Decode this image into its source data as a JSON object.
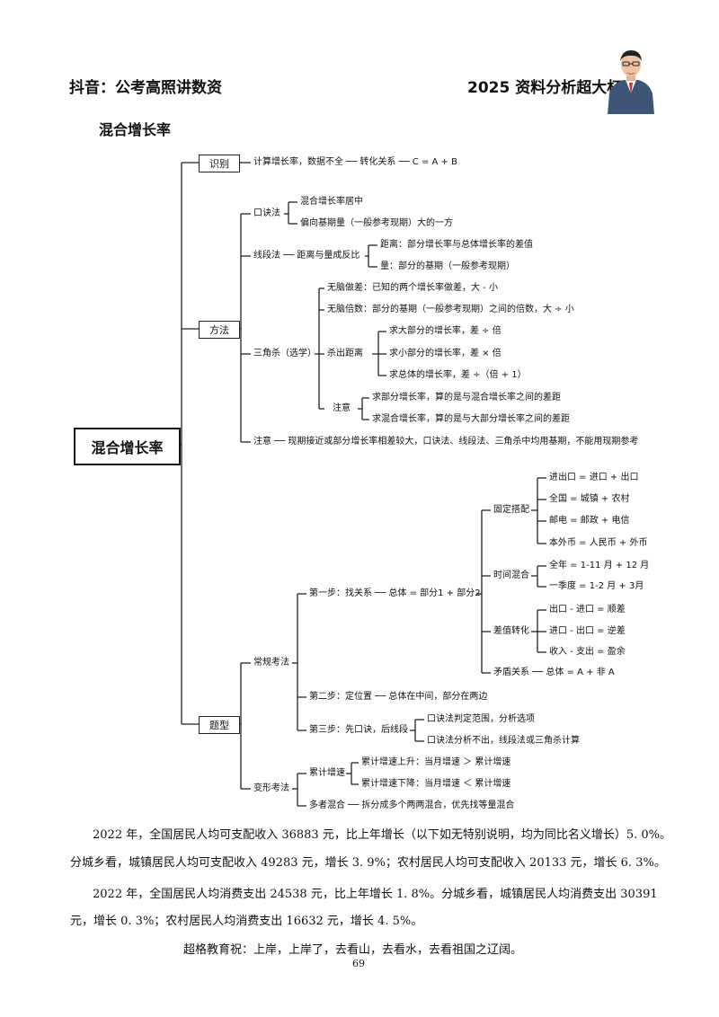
{
  "header": {
    "left": "抖音：公考高照讲数资",
    "right": "2025 资料分析超大杯"
  },
  "title": "混合增长率",
  "root": "混合增长率",
  "branches": {
    "identify": "识别",
    "method": "方法",
    "question": "题型"
  },
  "identify_text": "计算增长率，数据不全 ── 转化关系 ── C = A + B",
  "kou": {
    "label": "口诀法",
    "items": [
      "混合增长率居中",
      "偏向基期量（一般参考现期）大的一方"
    ]
  },
  "line_method": {
    "label": "线段法 ── 距离与量成反比",
    "items": [
      "距离：部分增长率与总体增长率的差值",
      "量：部分的基期（一般参考现期）"
    ]
  },
  "triangle": {
    "label": "三角杀（选学）",
    "item1": "无脑做差：已知的两个增长率做差，大 - 小",
    "item2": "无脑倍数：部分的基期（一般参考现期）之间的倍数，大 ÷ 小",
    "dist_label": "杀出距离",
    "dist_items": [
      "求大部分的增长率，差 ÷ 倍",
      "求小部分的增长率，差 × 倍",
      "求总体的增长率，差 ÷（倍 + 1）"
    ],
    "note_label": "注意",
    "note_items": [
      "求部分增长率，算的是与混合增长率之间的差距",
      "求混合增长率，算的是与大部分增长率之间的差距"
    ]
  },
  "method_note": "注意 ── 现期接近或部分增长率相差较大，口诀法、线段法、三角杀中均用基期，不能用现期参考",
  "regular": {
    "label": "常规考法",
    "step1": "第一步：找关系 ── 总体 = 部分1 + 部分2",
    "fixed": {
      "label": "固定搭配",
      "items": [
        "进出口 = 进口 + 出口",
        "全国 = 城镇 + 农村",
        "邮电 = 邮政 + 电信",
        "本外币 = 人民币 + 外币"
      ]
    },
    "time": {
      "label": "时间混合",
      "items": [
        "全年 = 1-11 月 + 12 月",
        "一季度 = 1-2 月 + 3月"
      ]
    },
    "diff": {
      "label": "差值转化",
      "items": [
        "出口 - 进口 = 顺差",
        "进口 - 出口 = 逆差",
        "收入 - 支出 = 盈余"
      ]
    },
    "contra": "矛盾关系 ── 总体 = A + 非 A",
    "step2": "第二步：定位置 ── 总体在中间，部分在两边",
    "step3": "第三步：先口诀，后线段",
    "step3_items": [
      "口诀法判定范围，分析选项",
      "口诀法分析不出，线段法或三角杀计算"
    ]
  },
  "variant": {
    "label": "变形考法",
    "cum_label": "累计增速",
    "cum_items": [
      "累计增速上升：当月增速 ＞ 累计增速",
      "累计增速下降：当月增速 ＜ 累计增速"
    ],
    "multi": "多者混合 ── 拆分成多个两两混合，优先找等量混合"
  },
  "paragraphs": [
    "2022 年，全国居民人均可支配收入 36883 元，比上年增长（以下如无特别说明，均为同比名义增长）5. 0%。",
    "分城乡看，城镇居民人均可支配收入 49283 元，增长 3. 9%；农村居民人均可支配收入 20133 元，增长 6. 3%。",
    "2022 年，全国居民人均消费支出 24538 元，比上年增长 1. 8%。分城乡看，城镇居民人均消费支出 30391",
    "元，增长 0. 3%；农村居民人均消费支出 16632 元，增长 4. 5%。"
  ],
  "motto": "超格教育祝：上岸，上岸了，去看山，去看水，去看祖国之辽阔。",
  "page_number": "69"
}
